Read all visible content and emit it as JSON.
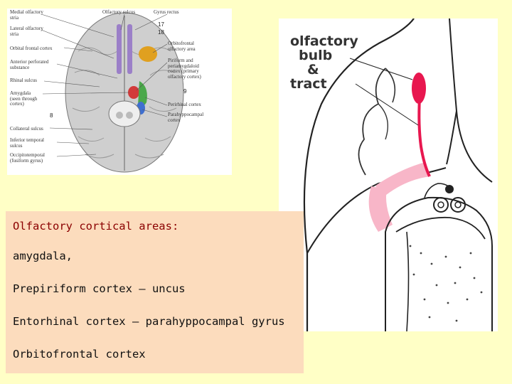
{
  "left_figure": {
    "labels_left": [
      "Medial olfactory\nstria",
      "Lateral olfactory\nstria",
      "Orbital frontal cortex",
      "Anterior perforated\nsubstance",
      "Rhinal sulcus",
      "Amygdala\n(seen through\ncortex)",
      "Collateral sulcus",
      "Inferior temporal\nsulcus",
      "Occipitotemporal\n(fusiform gyrus)"
    ],
    "labels_top": [
      "Olfactory sulcus",
      "Gyrus rectus"
    ],
    "labels_right": [
      "Orbitofrontal\nolfactory area",
      "Piriform and\nperiamygdaloid\ncortex (primary\nolfactory cortex)",
      "Perirhinal cortex",
      "Parahyppocampal\ncortex"
    ],
    "numbers": [
      "17",
      "18",
      "9",
      "8"
    ]
  },
  "right_figure": {
    "label_line1": "olfactory",
    "label_line2": "bulb",
    "label_line3": "&",
    "label_line4": "tract"
  },
  "text_box": {
    "heading": "Olfactory cortical areas:",
    "line1": "amygdala,",
    "line2": "Prepiriform cortex – uncus",
    "line3": "Entorhinal cortex – parahyppocampal gyrus",
    "line4": "Orbitofrontal cortex"
  },
  "colors": {
    "background": "#ffffc6",
    "text_box": "#fcdcbd",
    "heading": "#8b0000",
    "olfactory_tract": "#e8174f",
    "cortex_highlight": "#f8b6c8"
  }
}
